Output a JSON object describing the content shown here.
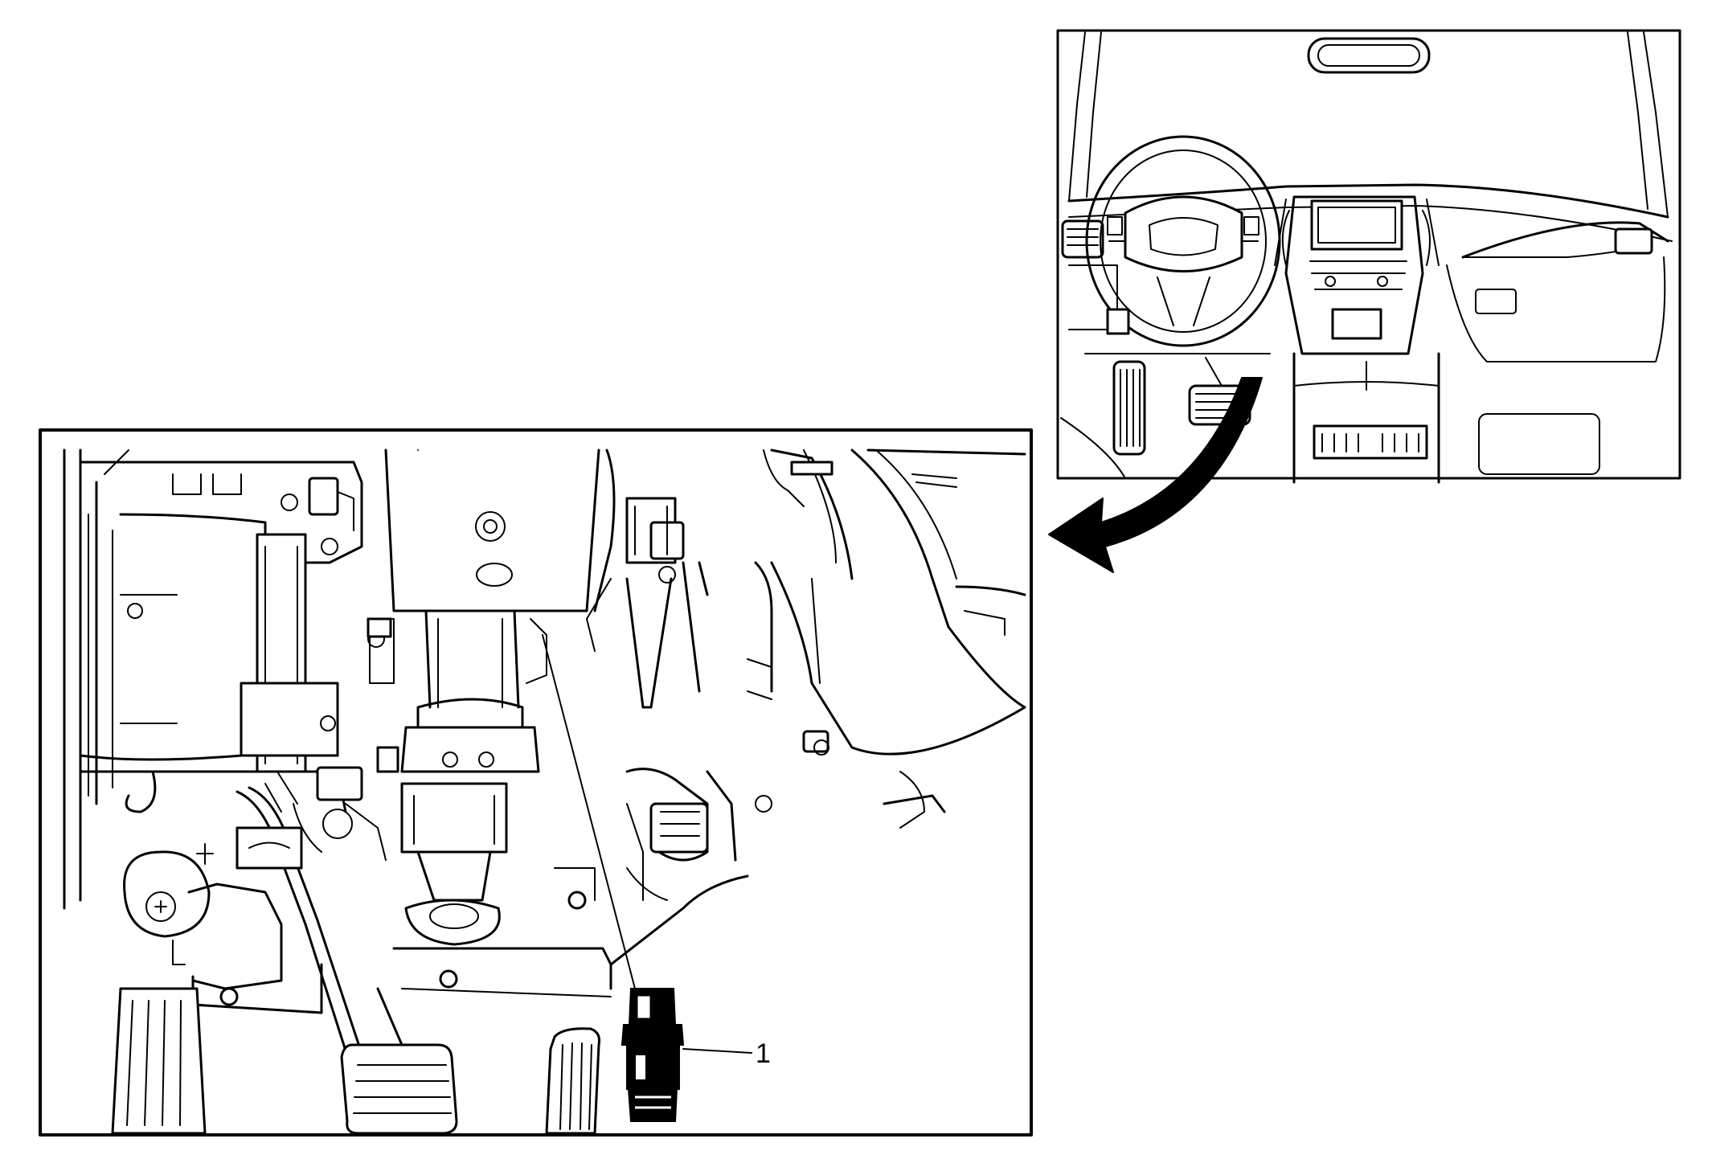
{
  "figure": {
    "callouts": [
      {
        "label": "1",
        "target": "brake-pedal-position-sensor"
      }
    ],
    "icons": {
      "locator_view": "vehicle-interior-dash-view",
      "detail_view": "pedal-area-detail-view",
      "view_arrow": "curved-arrow-icon"
    },
    "colors": {
      "line": "#000000",
      "background": "#ffffff"
    }
  }
}
